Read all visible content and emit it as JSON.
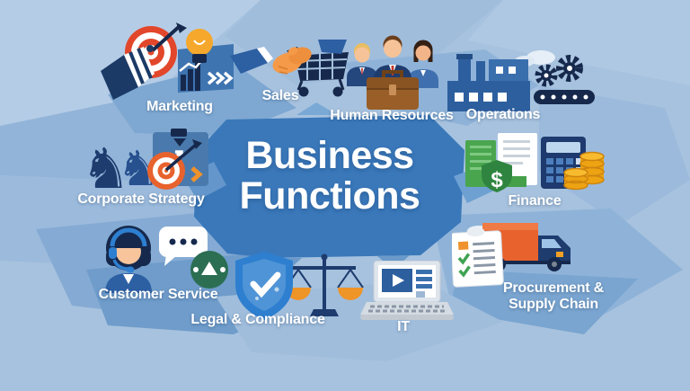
{
  "title": {
    "line1": "Business",
    "line2": "Functions"
  },
  "items": [
    {
      "id": "marketing",
      "label": "Marketing",
      "icon": "megaphone-target-lightbulb-chart"
    },
    {
      "id": "sales",
      "label": "Sales",
      "icon": "handshake-shopping-cart"
    },
    {
      "id": "human-resources",
      "label": "Human Resources",
      "icon": "people-briefcase"
    },
    {
      "id": "operations",
      "label": "Operations",
      "icon": "factory-gears-conveyor"
    },
    {
      "id": "corporate-strategy",
      "label": "Corporate Strategy",
      "icon": "chess-knights-target-clipboard"
    },
    {
      "id": "finance",
      "label": "Finance",
      "icon": "money-calculator-coins"
    },
    {
      "id": "customer-service",
      "label": "Customer Service",
      "icon": "agent-headset-speech-bubble"
    },
    {
      "id": "legal-compliance",
      "label": "Legal & Compliance",
      "icon": "shield-check-scales"
    },
    {
      "id": "it",
      "label": "IT",
      "icon": "laptop"
    },
    {
      "id": "procurement",
      "label_lines": [
        "Procurement &",
        "Supply Chain"
      ],
      "icon": "checklist-truck"
    }
  ],
  "colors": {
    "background": "#a7c2de",
    "center_polygon": "#3a78ba",
    "facet_light": "#b5cce6",
    "facet_medium": "#7ea8d2",
    "navy": "#16294d",
    "blue_icon": "#2d5fa3",
    "red": "#e2472b",
    "orange": "#ef9426",
    "gold": "#f3a81f",
    "green": "#45a049",
    "text": "#ffffff"
  }
}
